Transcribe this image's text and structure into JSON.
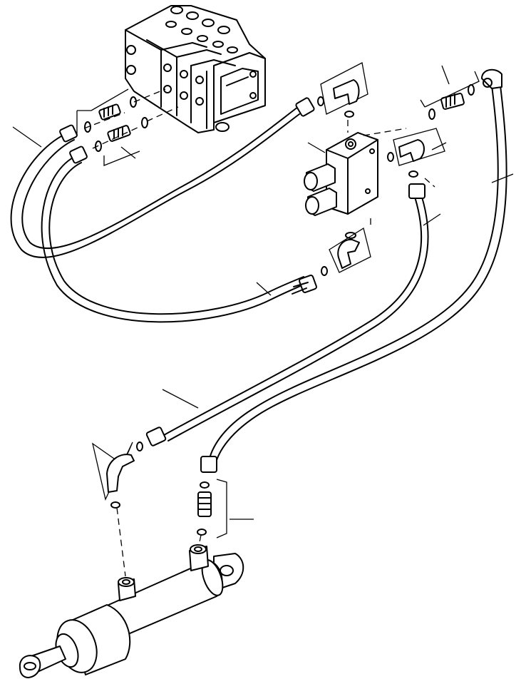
{
  "diagram": {
    "theme": {
      "ink": "#000000",
      "paper": "#ffffff"
    },
    "parts": [
      "control-valve",
      "relief-valve-block",
      "hydraulic-cylinder",
      "hydraulic-hose",
      "elbow-fitting",
      "straight-connector",
      "o-ring"
    ],
    "labels": []
  }
}
